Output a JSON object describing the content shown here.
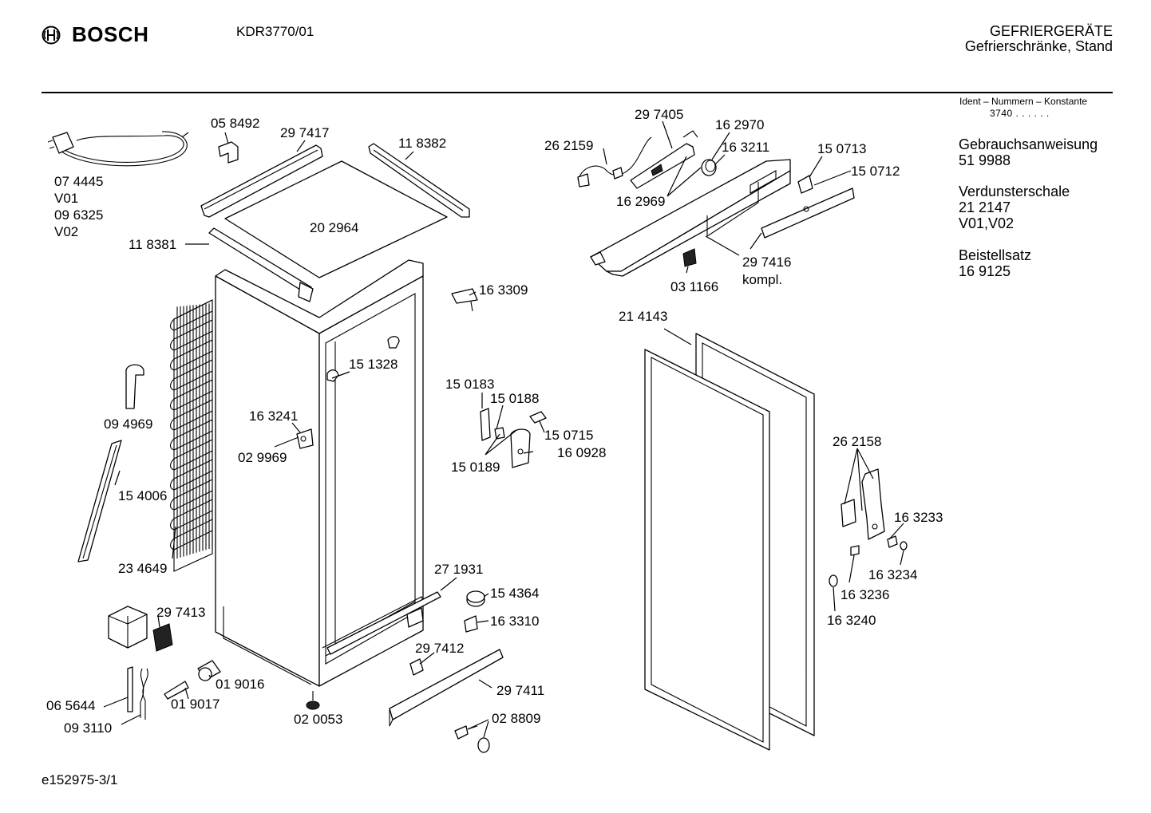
{
  "header": {
    "brand": "BOSCH",
    "model": "KDR3770/01",
    "category_line1": "GEFRIERGERÄTE",
    "category_line2": "Gefrierschränke, Stand"
  },
  "ident": {
    "label": "Ident – Nummern – Konstante",
    "code": "3740 . .  . . . ."
  },
  "side_info": [
    {
      "title": "Gebrauchsanweisung",
      "lines": [
        "51 9988"
      ]
    },
    {
      "title": "Verdunsterschale",
      "lines": [
        "21 2147",
        "V01,V02"
      ]
    },
    {
      "title": "Beistellsatz",
      "lines": [
        "16 9125"
      ]
    }
  ],
  "footer": "e152975-3/1",
  "labels": [
    "07 4445",
    "V01",
    "09 6325",
    "V02",
    "05 8492",
    "29 7417",
    "11 8382",
    "20 2964",
    "11 8381",
    "16 3309",
    "15 1328",
    "16 3241",
    "02 9969",
    "09 4969",
    "15 4006",
    "23 4649",
    "15 0183",
    "15 0188",
    "15 0715",
    "16 0928",
    "15 0189",
    "27 1931",
    "15 4364",
    "16 3310",
    "29 7412",
    "29 7411",
    "02 8809",
    "29 7413",
    "01 9016",
    "01 9017",
    "06 5644",
    "09 3110",
    "02 0053",
    "29 7405",
    "16 2970",
    "26 2159",
    "16 3211",
    "16 2969",
    "15 0713",
    "15 0712",
    "29 7416",
    "kompl.",
    "03 1166",
    "21 4143",
    "26 2158",
    "16 3233",
    "16 3234",
    "16 3236",
    "16 3240"
  ],
  "colors": {
    "ink": "#000000",
    "paper": "#ffffff"
  }
}
